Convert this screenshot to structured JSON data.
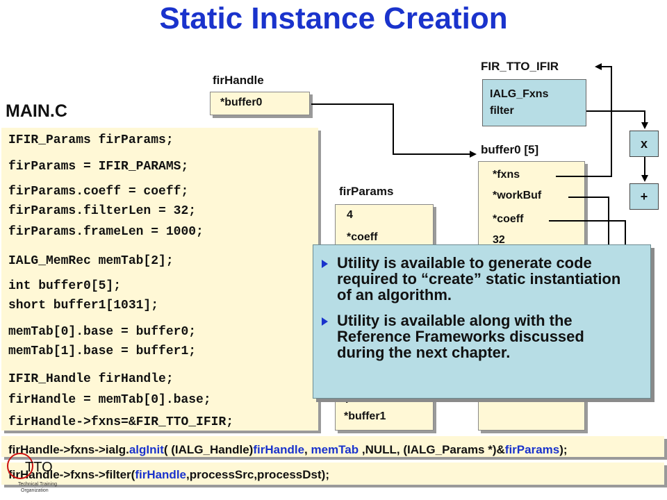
{
  "title": "Static Instance Creation",
  "main_label": "MAIN.C",
  "code_lines": [
    "IFIR_Params firParams;",
    "firParams = IFIR_PARAMS;",
    "firParams.coeff = coeff;",
    "firParams.filterLen = 32;",
    "firParams.frameLen = 1000;",
    "IALG_MemRec memTab[2];",
    "int buffer0[5];",
    "short buffer1[1031];",
    "memTab[0].base = buffer0;",
    "memTab[1].base = buffer1;",
    "IFIR_Handle firHandle;",
    "firHandle = memTab[0].base;",
    "firHandle->fxns=&FIR_TTO_IFIR;"
  ],
  "fir_handle": {
    "label": "firHandle",
    "field": "*buffer0"
  },
  "fir_params": {
    "label": "firParams",
    "field1": "4",
    "field2": "*coeff",
    "dot": ".",
    "field3": "*buffer1"
  },
  "fir_tto": {
    "label": "FIR_TTO_IFIR",
    "line1": "IALG_Fxns",
    "line2": "filter"
  },
  "buffer0": {
    "label": "buffer0 [5]",
    "fields": [
      "*fxns",
      "*workBuf",
      "*coeff",
      "32"
    ]
  },
  "ops": {
    "multiply": "x",
    "add": "+"
  },
  "callout": {
    "bullets": [
      "Utility is available to generate code required to “create” static instantiation of an algorithm.",
      "Utility is available along with the Reference Frameworks discussed during the next chapter."
    ]
  },
  "bottom": {
    "line1": {
      "p1": "firHandle->fxns->ialg.",
      "p2": "algInit",
      "p3": "( (IALG_Handle)",
      "p4": "firHandle",
      "p5": ",  ",
      "p6": "memTab",
      "p7": " ,NULL, (IALG_Params *)&",
      "p8": "firParams",
      "p9": ");"
    },
    "line2": {
      "p1": "firHandle->fxns->filter(",
      "p2": "firHandle",
      "p3": ",processSrc,processDst);"
    }
  },
  "logo": {
    "text": "TTO",
    "sub1": "Technical Training",
    "sub2": "Organization"
  },
  "colors": {
    "title": "#1a33cc",
    "code_bg": "#fff8d6",
    "callout_bg": "#b7dde5",
    "bullet": "#1a33cc"
  }
}
